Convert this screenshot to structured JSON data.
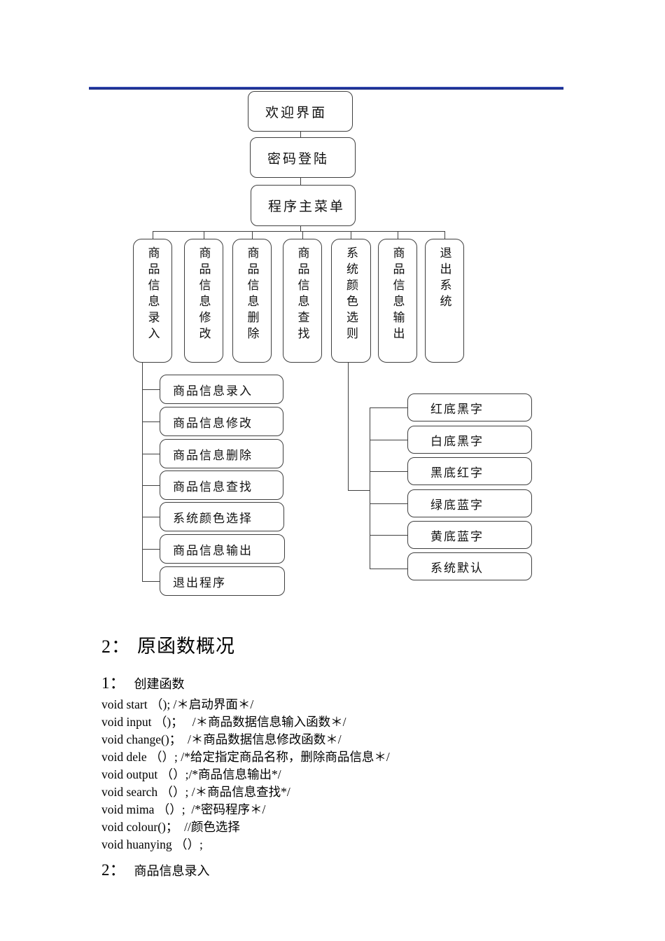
{
  "divider": {
    "color": "#22369e"
  },
  "flowchart": {
    "top_nodes": [
      "欢迎界面",
      "密码登陆",
      "程序主菜单"
    ],
    "menu_nodes": [
      "商品信息录入",
      "商品信息修改",
      "商品信息删除",
      "商品信息查找",
      "系统颜色选则",
      "商品信息输出",
      "退出系统"
    ],
    "left_items": [
      "商品信息录入",
      "商品信息修改",
      "商品信息删除",
      "商品信息查找",
      "系统颜色选择",
      "商品信息输出",
      "退出程序"
    ],
    "right_items": [
      "红底黑字",
      "白底黑字",
      "黑底红字",
      "绿底蓝字",
      "黄底蓝字",
      "系统默认"
    ]
  },
  "content": {
    "section_heading": {
      "num": "2：",
      "text": "原函数概况"
    },
    "subsection": {
      "num": "1：",
      "text": "创建函数"
    },
    "code_lines": [
      "void start （); /＊启动界面＊/",
      "void input （)；   /＊商品数据信息输入函数＊/",
      "void change()；  /＊商品数据信息修改函数＊/",
      "void dele （）; /*给定指定商品名称，删除商品信息＊/",
      "void output （）;/*商品信息输出*/",
      "void search （）; /＊商品信息查找*/",
      "void mima （）;  /*密码程序＊/",
      "void colour()；  //颜色选择",
      "void huanying （）;"
    ],
    "subsection2": {
      "num": "2：",
      "text": "商品信息录入"
    }
  }
}
